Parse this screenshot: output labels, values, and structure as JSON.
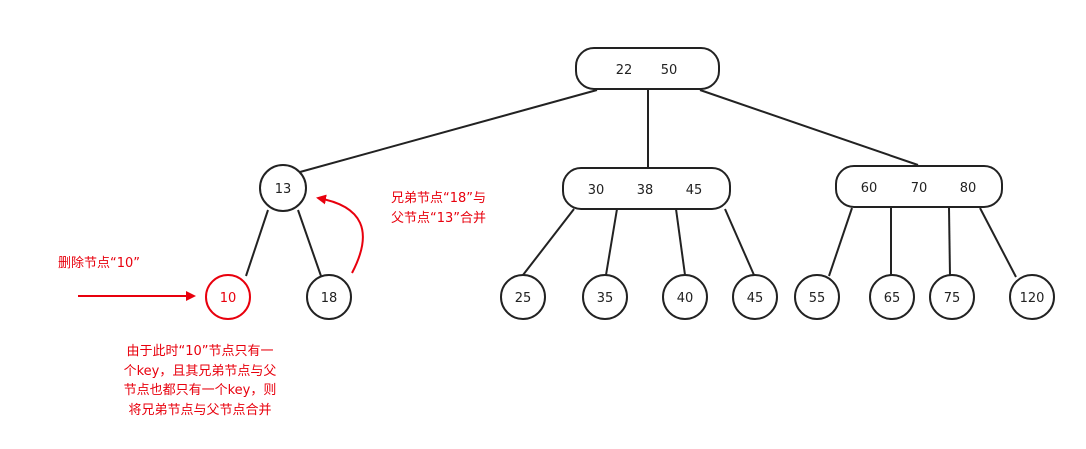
{
  "colors": {
    "line": "#222222",
    "highlight": "#e8000d"
  },
  "tree": {
    "root": {
      "keys": [
        "22",
        "50"
      ]
    },
    "level1": [
      {
        "keys": [
          "13"
        ]
      },
      {
        "keys": [
          "30",
          "38",
          "45"
        ]
      },
      {
        "keys": [
          "60",
          "70",
          "80"
        ]
      }
    ],
    "leaves": [
      "10",
      "18",
      "25",
      "35",
      "40",
      "45",
      "55",
      "65",
      "75",
      "120"
    ]
  },
  "annotations": {
    "delete_label": "删除节点“10”",
    "merge_label_line1": "兄弟节点“18”与",
    "merge_label_line2": "父节点“13”合并",
    "explain_line1": "由于此时“10”节点只有一",
    "explain_line2": "个key，且其兄弟节点与父",
    "explain_line3": "节点也都只有一个key，则",
    "explain_line4": "将兄弟节点与父节点合并"
  }
}
